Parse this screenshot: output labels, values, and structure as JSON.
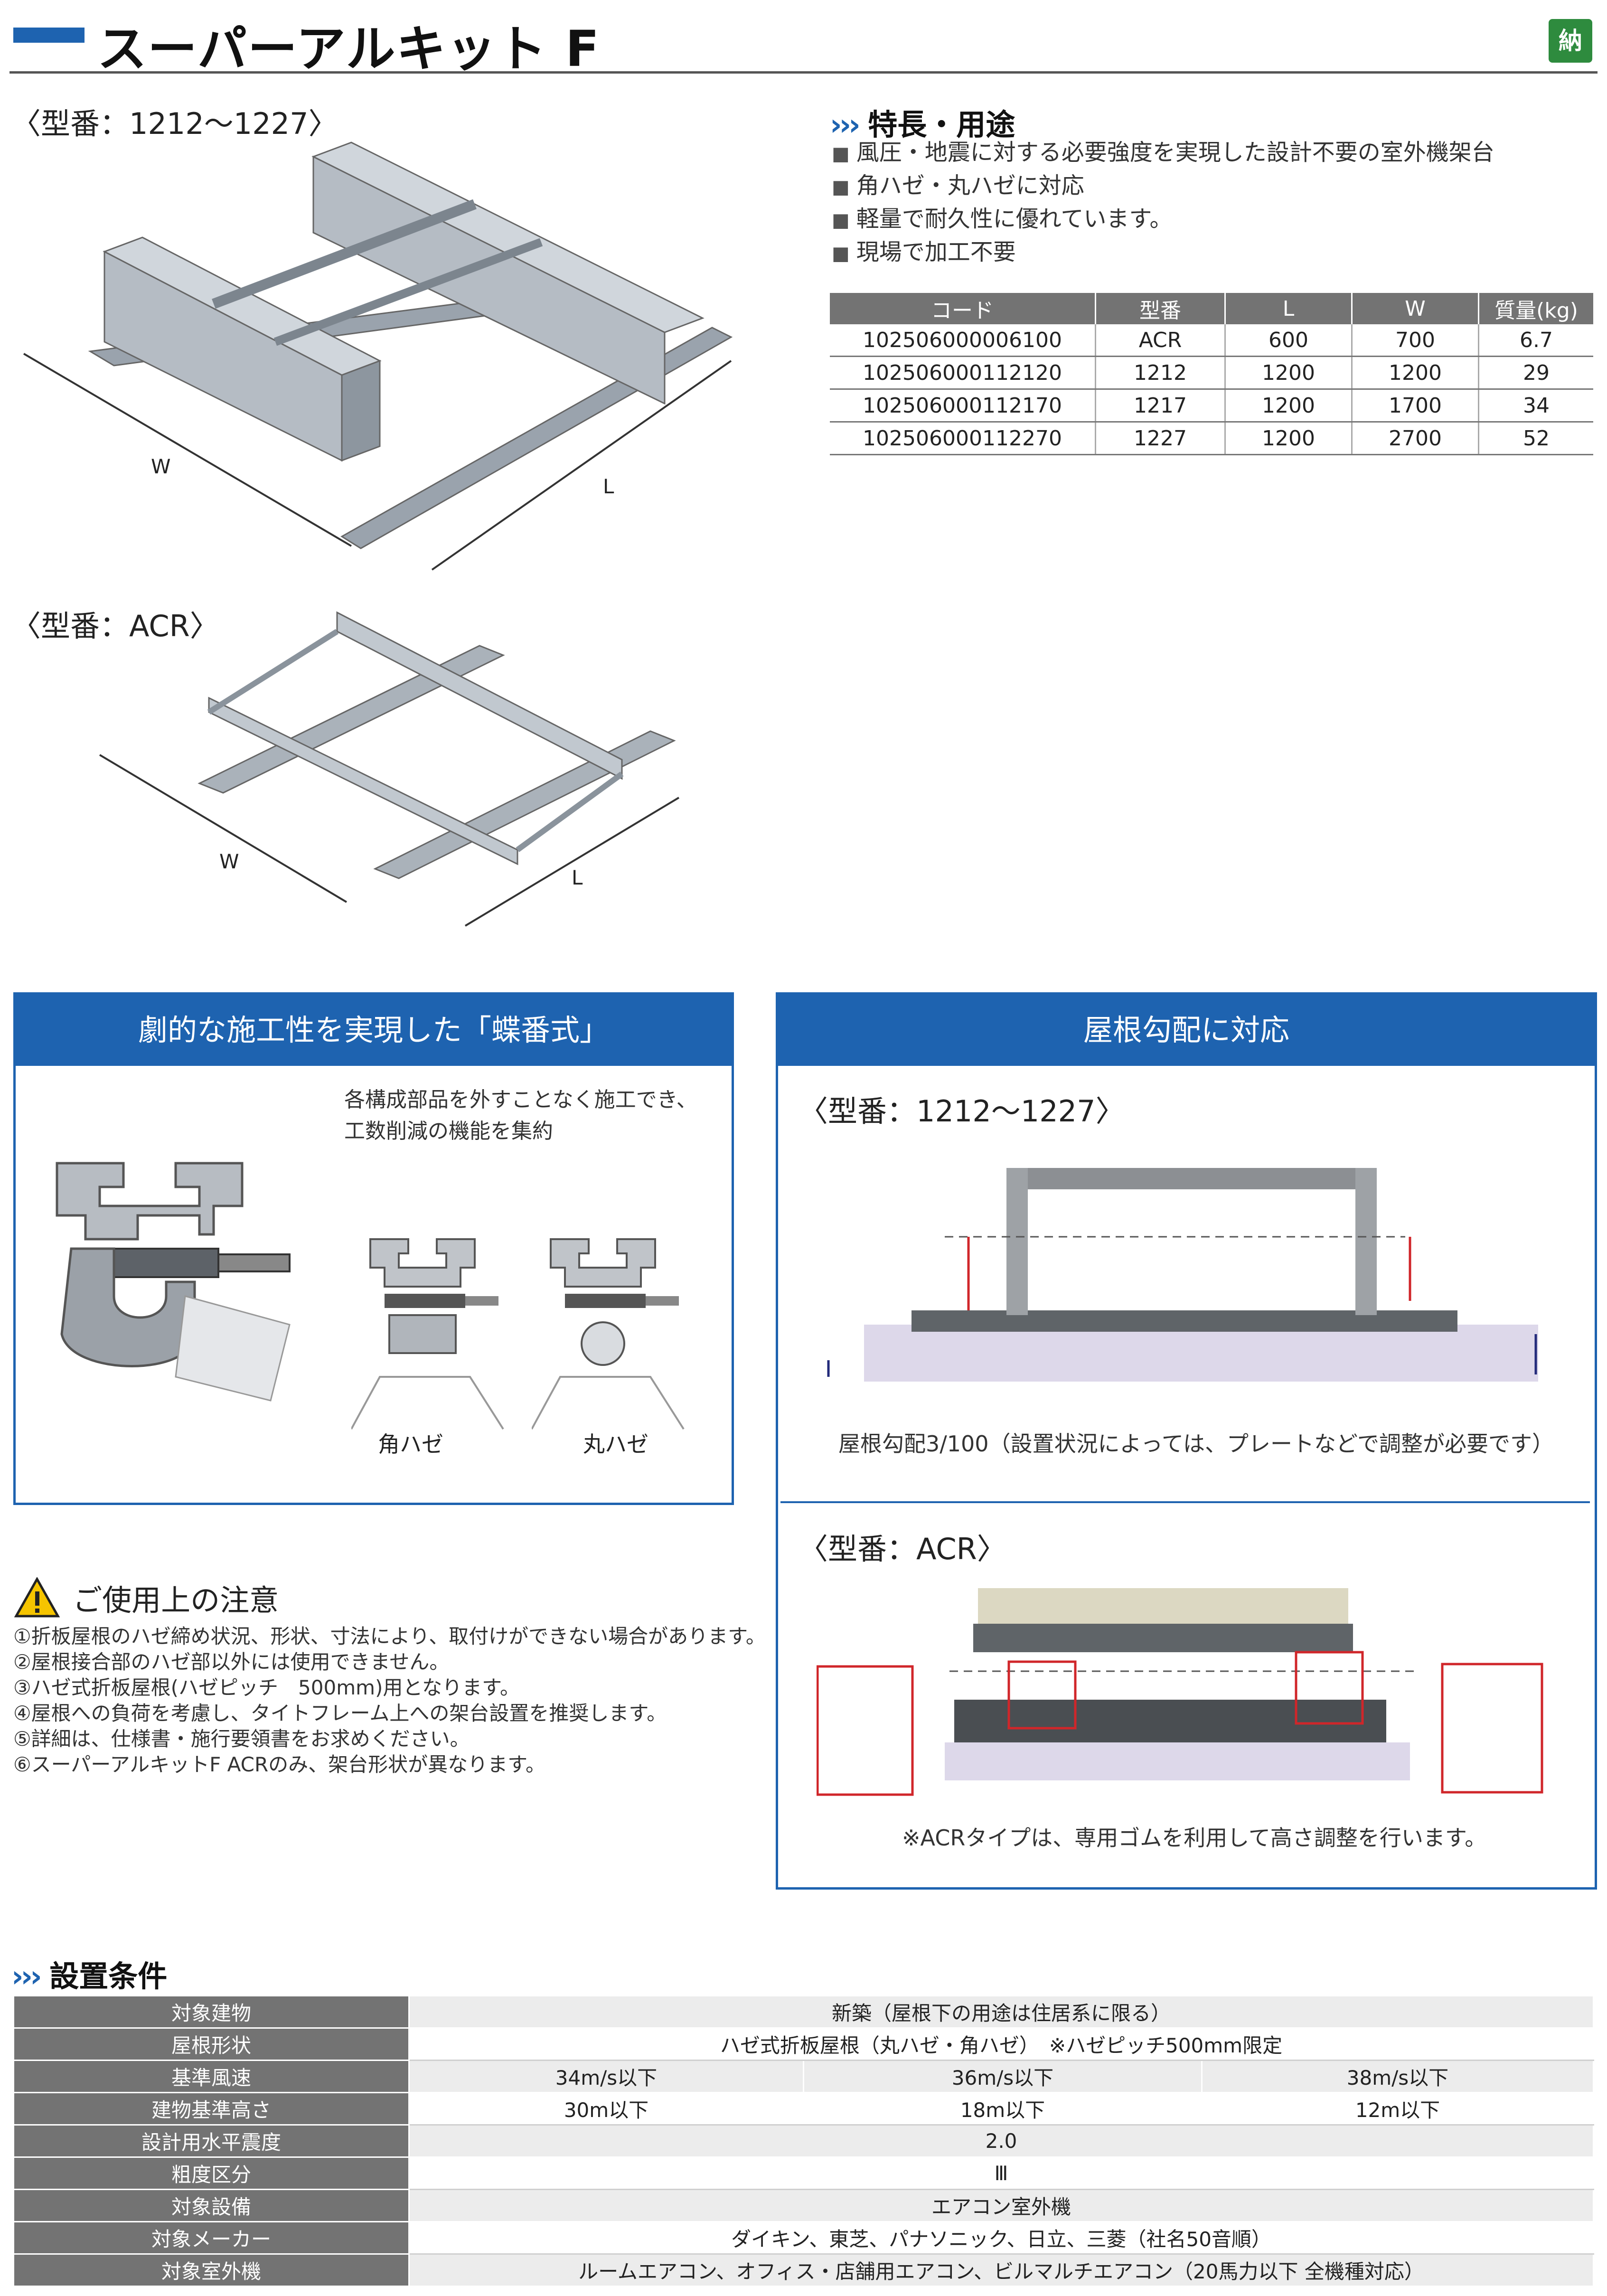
{
  "header": {
    "title": "スーパーアルキット F",
    "badge": "納"
  },
  "models": {
    "label_1212": "〈型番：1212〜1227〉",
    "label_acr": "〈型番：ACR〉",
    "dim_w": "W",
    "dim_l": "L"
  },
  "features": {
    "title": "特長・用途",
    "items": [
      "風圧・地震に対する必要強度を実現した設計不要の室外機架台",
      "角ハゼ・丸ハゼに対応",
      "軽量で耐久性に優れています。",
      "現場で加工不要"
    ]
  },
  "spec_table": {
    "headers": [
      "コード",
      "型番",
      "L",
      "W",
      "質量(kg)"
    ],
    "rows": [
      [
        "102506000006100",
        "ACR",
        "600",
        "700",
        "6.7"
      ],
      [
        "102506000112120",
        "1212",
        "1200",
        "1200",
        "29"
      ],
      [
        "102506000112170",
        "1217",
        "1200",
        "1700",
        "34"
      ],
      [
        "102506000112270",
        "1227",
        "1200",
        "2700",
        "52"
      ]
    ]
  },
  "hinge_panel": {
    "title": "劇的な施工性を実現した「蝶番式」",
    "desc_line1": "各構成部品を外すことなく施工でき、",
    "desc_line2": "工数削減の機能を集約",
    "label_kaku": "角ハゼ",
    "label_maru": "丸ハゼ"
  },
  "slope_panel": {
    "title": "屋根勾配に対応",
    "label_1212": "〈型番：1212〜1227〉",
    "caption": "屋根勾配3/100（設置状況によっては、プレートなどで調整が必要です）",
    "label_acr": "〈型番：ACR〉",
    "acr_caption": "※ACRタイプは、専用ゴムを利用して高さ調整を行います。"
  },
  "caution": {
    "title": "ご使用上の注意",
    "items": [
      "①折板屋根のハゼ締め状況、形状、寸法により、取付けができない場合があります。",
      "②屋根接合部のハゼ部以外には使用できません。",
      "③ハゼ式折板屋根(ハゼピッチ　500mm)用となります。",
      "④屋根への負荷を考慮し、タイトフレーム上への架台設置を推奨します。",
      "⑤詳細は、仕様書・施行要領書をお求めください。",
      "⑥スーパーアルキットF ACRのみ、架台形状が異なります。"
    ]
  },
  "conditions": {
    "title": "設置条件",
    "rows": [
      {
        "label": "対象建物",
        "values": [
          "新築（屋根下の用途は住居系に限る）"
        ]
      },
      {
        "label": "屋根形状",
        "values": [
          "ハゼ式折板屋根（丸ハゼ・角ハゼ）　※ハゼピッチ500mm限定"
        ]
      },
      {
        "label": "基準風速",
        "values": [
          "34m/s以下",
          "36m/s以下",
          "38m/s以下"
        ]
      },
      {
        "label": "建物基準高さ",
        "values": [
          "30m以下",
          "18m以下",
          "12m以下"
        ]
      },
      {
        "label": "設計用水平震度",
        "values": [
          "2.0"
        ]
      },
      {
        "label": "粗度区分",
        "values": [
          "Ⅲ"
        ]
      },
      {
        "label": "対象設備",
        "values": [
          "エアコン室外機"
        ]
      },
      {
        "label": "対象メーカー",
        "values": [
          "ダイキン、東芝、パナソニック、日立、三菱（社名50音順）"
        ]
      },
      {
        "label": "対象室外機",
        "values": [
          "ルームエアコン、オフィス・店舗用エアコン、ビルマルチエアコン（20馬力以下 全機種対応）"
        ]
      }
    ]
  },
  "colors": {
    "accent": "#1e63b0",
    "table_header": "#737373",
    "badge": "#2e8b3e"
  },
  "icons": [
    "warning-icon",
    "chevron-triple-icon"
  ]
}
